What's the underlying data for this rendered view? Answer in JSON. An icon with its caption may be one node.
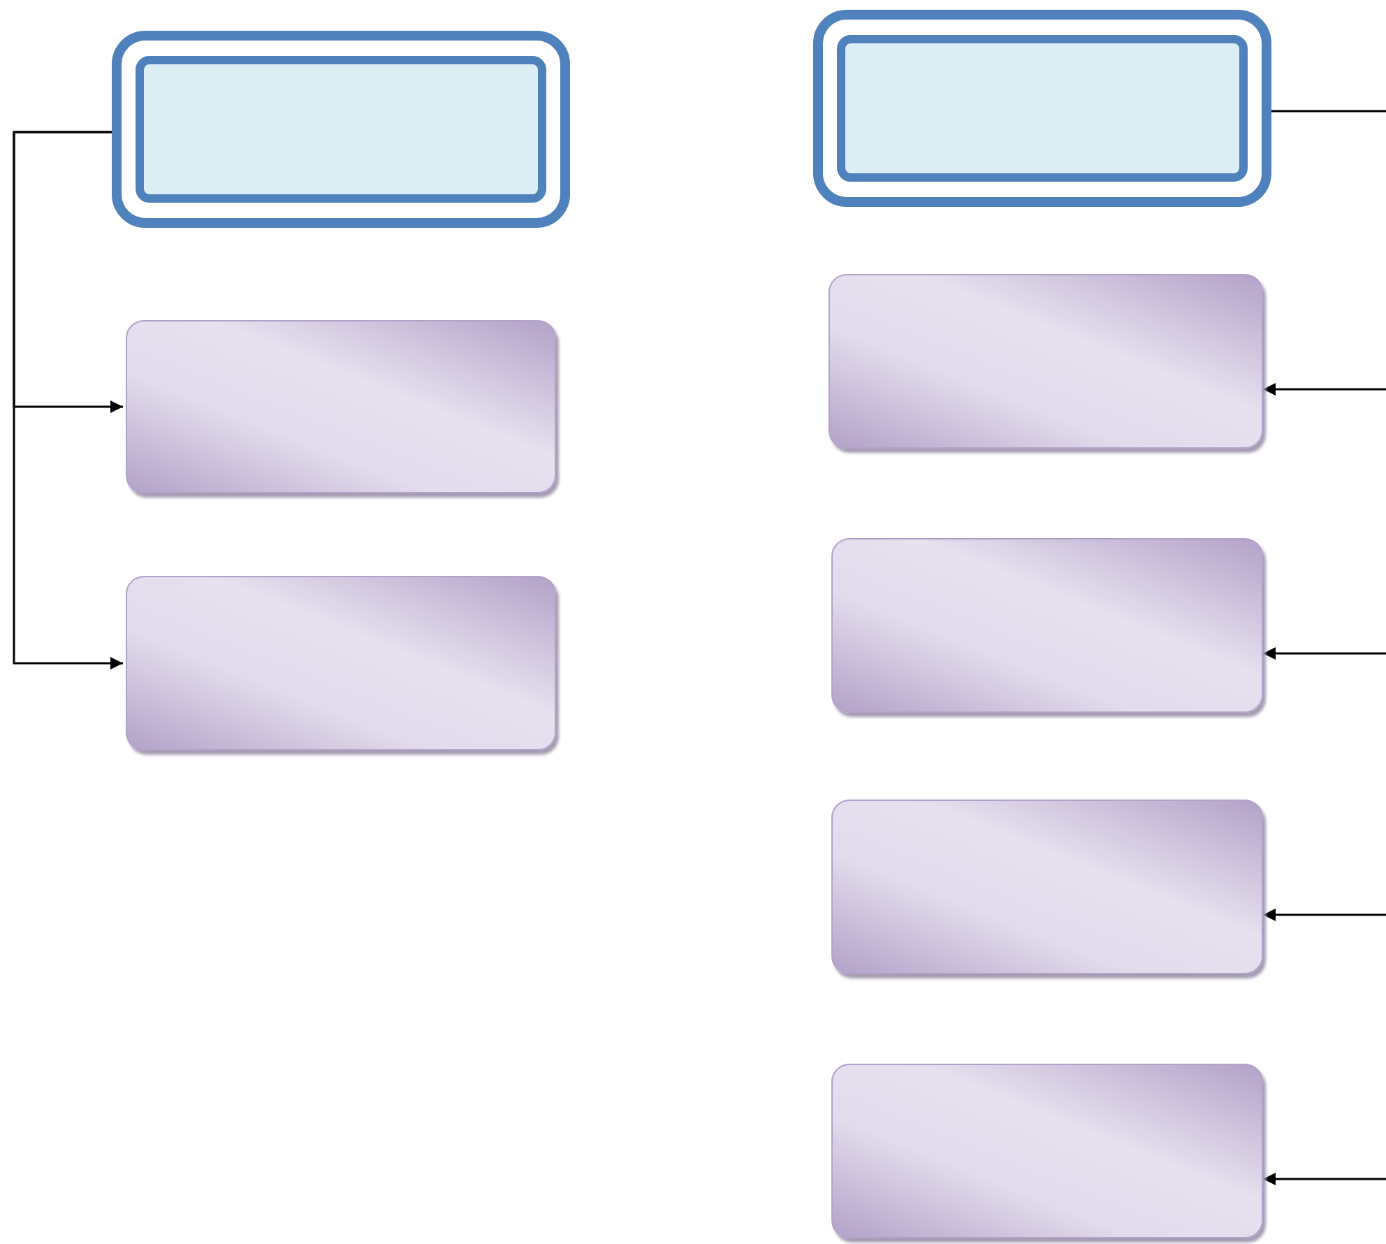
{
  "diagram": {
    "nodes": [
      {
        "text": [],
        "shape": "box"
      },
      {
        "text": [],
        "shape": "box"
      },
      {
        "text": [],
        "shape": "box"
      },
      {
        "text": [],
        "shape": "box"
      },
      {
        "text": [],
        "shape": "box"
      },
      {
        "text": [],
        "shape": "box"
      },
      {
        "text": [],
        "shape": "box"
      },
      {
        "text": [],
        "shape": "box"
      }
    ],
    "edges": [
      {
        "from": 0,
        "to": 1,
        "arrow": "to"
      },
      {
        "from": 0,
        "to": 2,
        "arrow": "to"
      },
      {
        "from": 3,
        "to": null,
        "arrow": "none"
      },
      {
        "from": null,
        "to": 4,
        "arrow": "to"
      },
      {
        "from": null,
        "to": 5,
        "arrow": "to"
      },
      {
        "from": null,
        "to": 6,
        "arrow": "to"
      },
      {
        "from": null,
        "to": 7,
        "arrow": "to"
      }
    ]
  }
}
